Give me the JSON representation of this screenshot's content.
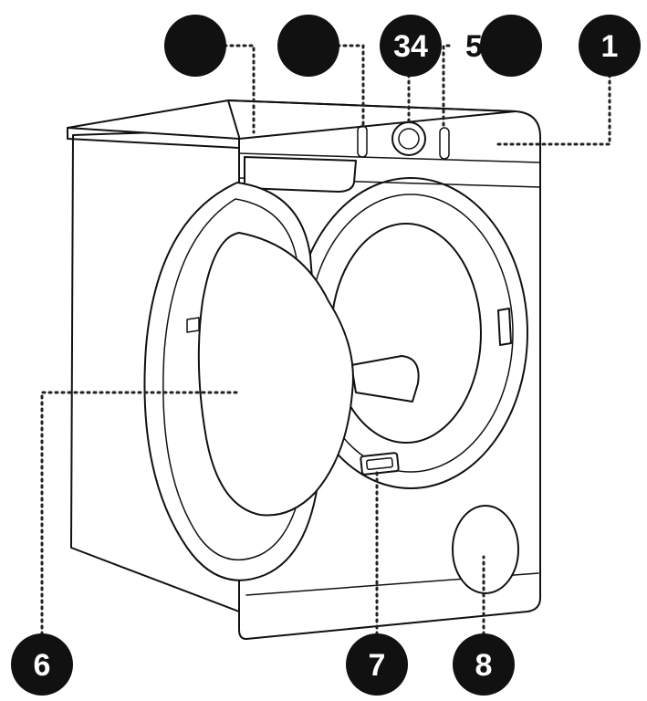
{
  "diagram": {
    "callouts": [
      {
        "id": "c-blank-a",
        "label": ""
      },
      {
        "id": "c-blank-b",
        "label": ""
      },
      {
        "id": "c-34",
        "label": "34"
      },
      {
        "id": "c-5",
        "label": "5"
      },
      {
        "id": "c-blank-c",
        "label": ""
      },
      {
        "id": "c-1",
        "label": "1"
      },
      {
        "id": "c-6",
        "label": "6"
      },
      {
        "id": "c-7",
        "label": "7"
      },
      {
        "id": "c-8",
        "label": "8"
      }
    ],
    "colors": {
      "badge": "#111111",
      "badge_text": "#ffffff",
      "line": "#111111",
      "background": "#ffffff"
    }
  }
}
